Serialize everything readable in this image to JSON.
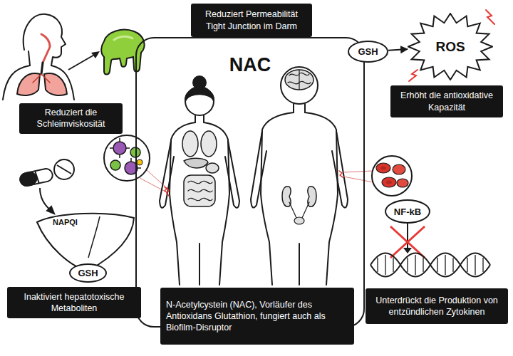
{
  "diagram": {
    "nodes": [
      {
        "text": [
          "Reduziert Permeabilität Tight Junction im Darm"
        ]
      },
      {
        "text": [
          "NAC"
        ]
      },
      {
        "text": [
          "GSH"
        ]
      },
      {
        "text": [
          "ROS"
        ]
      },
      {
        "text": [
          "Erhöht die antioxidative Kapazität"
        ]
      },
      {
        "text": [
          "Reduziert die Schleimviskosität"
        ]
      },
      {
        "text": [
          "GSH"
        ]
      },
      {
        "text": [
          "Inaktiviert hepatotoxische Metaboliten"
        ]
      },
      {
        "text": [
          "N-Acetylcystein (NAC), Vorläufer des Antioxidans Glutathion, fungiert auch als Biofilm-Disruptor"
        ]
      },
      {
        "text": [
          "NF-kB"
        ]
      },
      {
        "text": [
          "Unterdrückt die Produktion von entzündlichen Zytokinen"
        ]
      }
    ],
    "edges": [
      {
        "from": 2,
        "to": 3,
        "arrow": "to"
      }
    ],
    "labels": [
      "NAPQI"
    ]
  }
}
